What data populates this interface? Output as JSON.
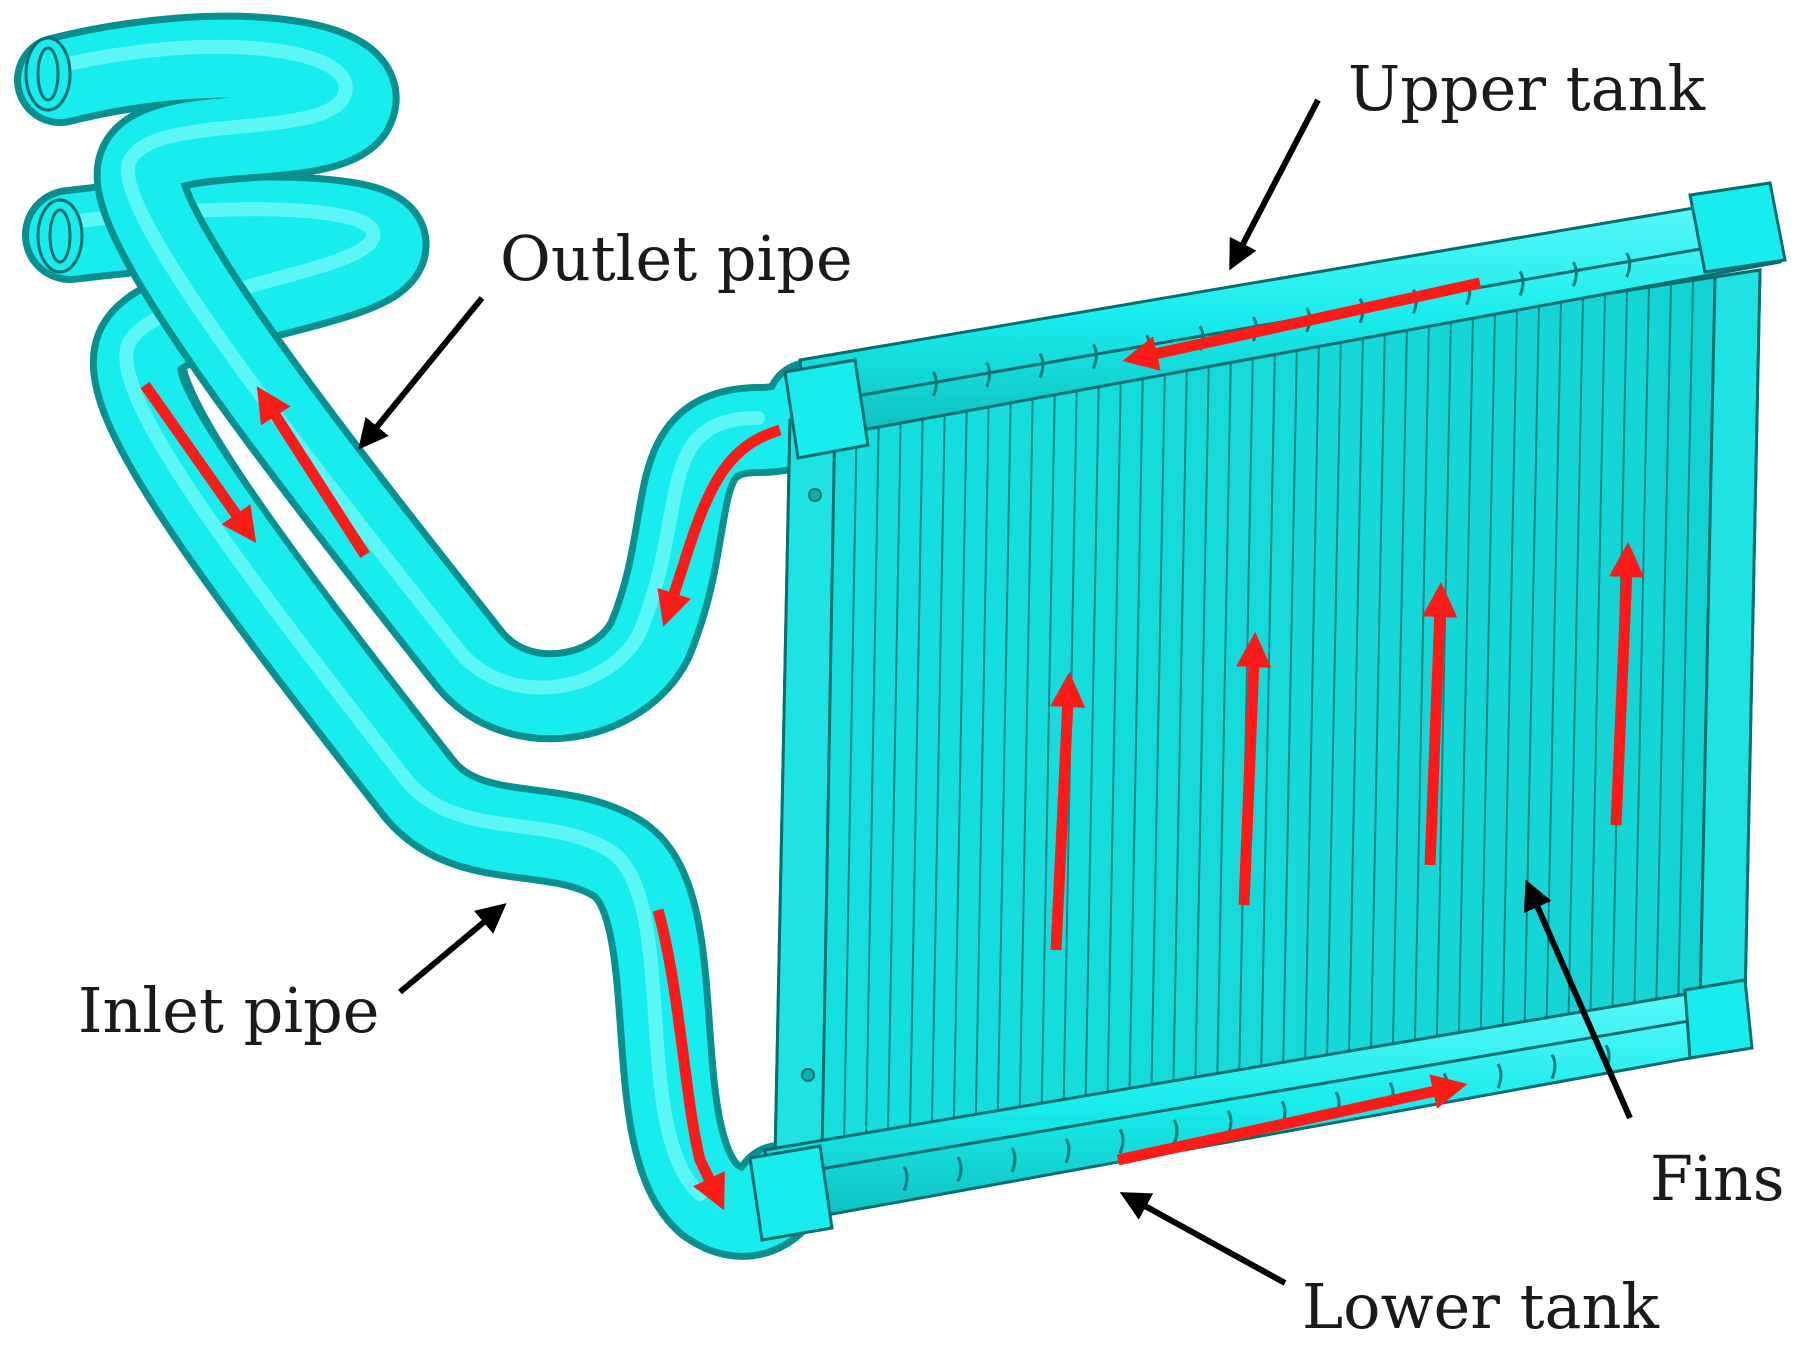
{
  "labels": {
    "upper_tank": "Upper tank",
    "outlet_pipe": "Outlet pipe",
    "inlet_pipe": "Inlet pipe",
    "fins": "Fins",
    "lower_tank": "Lower tank"
  },
  "colors": {
    "body": "#19ecec",
    "body_dark": "#0fb8b8",
    "body_shadow": "#0a8f8f",
    "flow_arrow": "#ff1a1a",
    "pointer": "#000000"
  }
}
